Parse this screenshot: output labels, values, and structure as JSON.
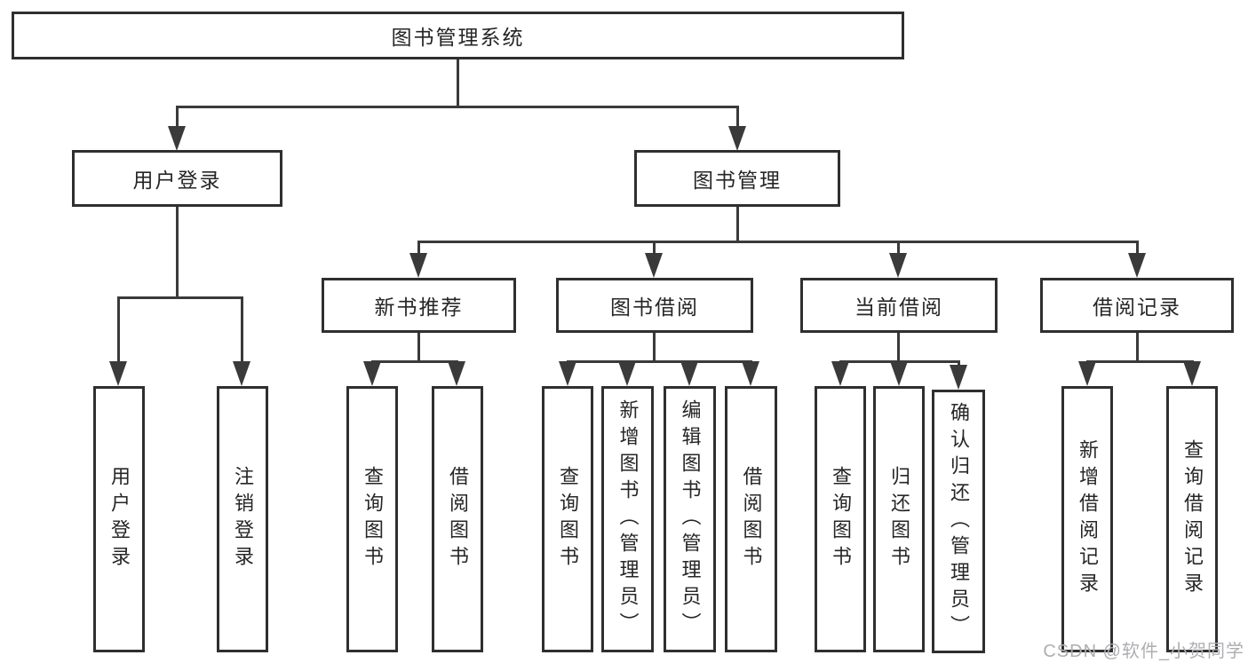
{
  "diagram": {
    "root": "图书管理系统",
    "branches": [
      {
        "label": "用户登录",
        "children": [
          "用户登录",
          "注销登录"
        ]
      },
      {
        "label": "图书管理",
        "groups": [
          {
            "label": "新书推荐",
            "children": [
              "查询图书",
              "借阅图书"
            ]
          },
          {
            "label": "图书借阅",
            "children": [
              "查询图书",
              "新增图书（管理员）",
              "编辑图书（管理员）",
              "借阅图书"
            ]
          },
          {
            "label": "当前借阅",
            "children": [
              "查询图书",
              "归还图书",
              "确认归还（管理员）"
            ]
          },
          {
            "label": "借阅记录",
            "children": [
              "新增借阅记录",
              "查询借阅记录"
            ]
          }
        ]
      }
    ]
  },
  "watermark": "CSDN @软件_小贺同学",
  "colors": {
    "line": "#3a3a3a",
    "border": "#2f2f2f",
    "text": "#262626",
    "watermark": "#aeaeb2",
    "background": "#ffffff"
  }
}
